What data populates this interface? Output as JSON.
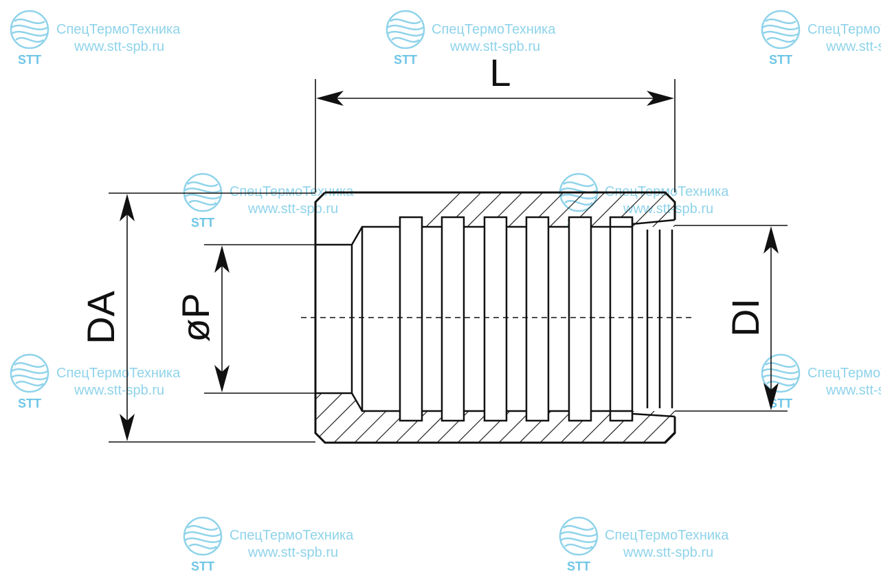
{
  "labels": {
    "length": "L",
    "outer_diameter": "DA",
    "bore_diameter": "øP",
    "inner_diameter": "DI"
  },
  "watermark": {
    "company": "СпецТермоТехника",
    "url": "www.stt-spb.ru",
    "abbr": "STT",
    "color": "#8fd3ea"
  }
}
